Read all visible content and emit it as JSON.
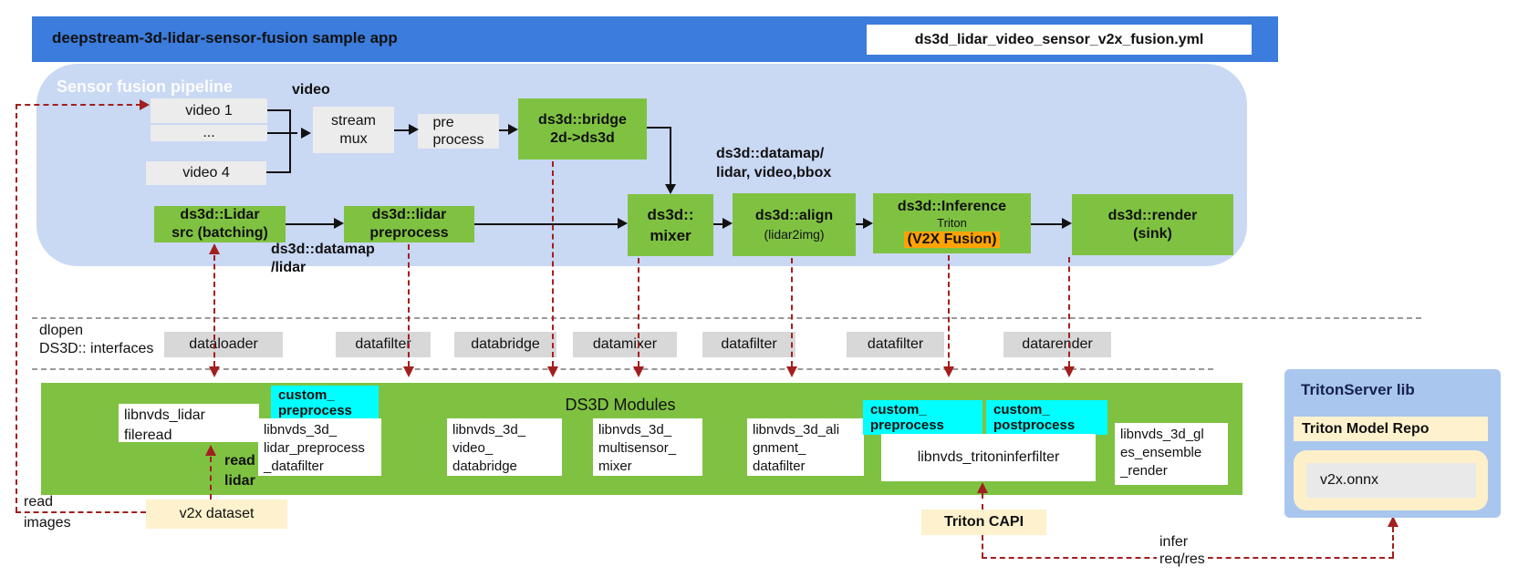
{
  "colors": {
    "header_blue": "#3b7cdd",
    "pipeline_bg": "#c9d8f3",
    "green": "#7fc242",
    "cyan": "#00ffff",
    "orange": "#ffa302",
    "cream": "#fdf2cd",
    "red_dashed": "#a21f1f",
    "gray_box": "#ececec",
    "gray_label": "#d8d8d8",
    "tritonserver_bg": "#a9c6ee"
  },
  "header": {
    "title": "deepstream-3d-lidar-sensor-fusion sample app",
    "config_file": "ds3d_lidar_video_sensor_v2x_fusion.yml"
  },
  "pipeline": {
    "label": "Sensor fusion pipeline",
    "video_label": "video",
    "video_sources": [
      "video 1",
      "...",
      "video 4"
    ],
    "boxes": {
      "stream_mux": "stream\nmux",
      "preprocess": "pre\nprocess",
      "bridge": "ds3d::bridge\n2d->ds3d",
      "lidar_src": "ds3d::Lidar\nsrc (batching)",
      "lidar_preprocess": "ds3d::lidar\npreprocess",
      "mixer": "ds3d::\nmixer",
      "align": "ds3d::align",
      "align_sub": "(lidar2img)",
      "inference": "ds3d::Inference",
      "inference_sub": "Triton",
      "inference_highlight": "(V2X Fusion)",
      "render": "ds3d::render\n(sink)"
    },
    "datamap_lidar": "ds3d::datamap\n/lidar",
    "datamap_bbox": "ds3d::datamap/\nlidar, video,bbox"
  },
  "interfaces": {
    "dlopen_label": "dlopen\nDS3D:: interfaces",
    "items": [
      "dataloader",
      "datafilter",
      "databridge",
      "datamixer",
      "datafilter",
      "datafilter",
      "datarender"
    ]
  },
  "modules": {
    "title": "DS3D Modules",
    "fileread": "libnvds_lidar\nfileread",
    "custom_preprocess_left": "custom_\npreprocess",
    "lidar_preprocess_datafilter": "libnvds_3d_\nlidar_preprocess\n_datafilter",
    "video_databridge": "libnvds_3d_\nvideo_\ndatabridge",
    "multisensor_mixer": "libnvds_3d_\nmultisensor_\nmixer",
    "alignment_datafilter": "libnvds_3d_ali\ngnment_\ndatafilter",
    "custom_preprocess_right": "custom_\npreprocess",
    "custom_postprocess": "custom_\npostprocess",
    "tritoninferfilter": "libnvds_tritoninferfilter",
    "gles_ensemble_render": "libnvds_3d_gl\nes_ensemble\n_render"
  },
  "annotations": {
    "read_images": "read\nimages",
    "read_lidar": "read\nlidar",
    "v2x_dataset": "v2x dataset",
    "triton_capi": "Triton CAPI",
    "infer_reqres": "infer\nreq/res"
  },
  "triton_server": {
    "title": "TritonServer lib",
    "model_repo": "Triton Model Repo",
    "model_file": "v2x.onnx"
  }
}
